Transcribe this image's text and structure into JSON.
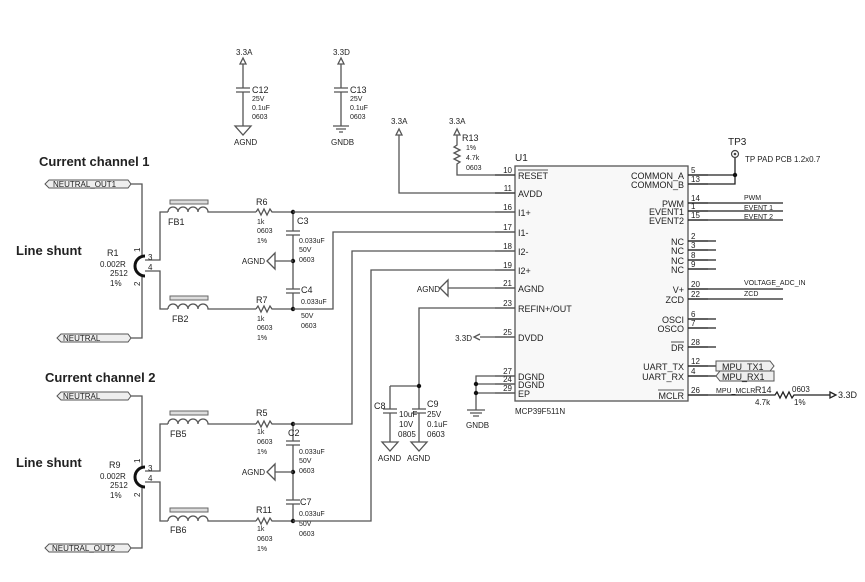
{
  "headings": {
    "ch1": "Current channel 1",
    "ch2": "Current channel 2",
    "shunt1": "Line shunt",
    "shunt2": "Line shunt"
  },
  "ports": {
    "neutral_out1": "NEUTRAL_OUT1",
    "neutral1": "NEUTRAL",
    "neutral2": "NEUTRAL",
    "neutral_out2": "NEUTRAL_OUT2",
    "mpu_tx1": "MPU_TX1",
    "mpu_rx1": "MPU_RX1"
  },
  "power": {
    "v33a_c12": "3.3A",
    "v33d_c13": "3.3D",
    "v33a_avdd": "3.3A",
    "v33a_r13": "3.3A",
    "agnd_c12": "AGND",
    "gndb_c13": "GNDB",
    "agnd_ch1": "AGND",
    "agnd_ch2": "AGND",
    "agnd_pin21": "AGND",
    "v33d_dvdd": "3.3D",
    "gndb_u1": "GNDB",
    "agnd_c8": "AGND",
    "agnd_c9": "AGND",
    "v33d_r14": "3.3D"
  },
  "components": {
    "C12": {
      "ref": "C12",
      "v": "25V",
      "val": "0.1uF",
      "pkg": "0603"
    },
    "C13": {
      "ref": "C13",
      "v": "25V",
      "val": "0.1uF",
      "pkg": "0603"
    },
    "R13": {
      "ref": "R13",
      "tol": "1%",
      "val": "4.7k",
      "pkg": "0603"
    },
    "R1": {
      "ref": "R1",
      "val": "0.002R",
      "pkg": "2512",
      "tol": "1%",
      "p1": "1",
      "p2": "2",
      "p3": "3",
      "p4": "4"
    },
    "R9": {
      "ref": "R9",
      "val": "0.002R",
      "pkg": "2512",
      "tol": "1%",
      "p1": "1",
      "p2": "2",
      "p3": "3",
      "p4": "4"
    },
    "FB1": {
      "ref": "FB1"
    },
    "FB2": {
      "ref": "FB2"
    },
    "FB5": {
      "ref": "FB5"
    },
    "FB6": {
      "ref": "FB6"
    },
    "R6": {
      "ref": "R6",
      "val": "1k",
      "pkg": "0603",
      "tol": "1%"
    },
    "R7": {
      "ref": "R7",
      "val": "1k",
      "pkg": "0603",
      "tol": "1%"
    },
    "R5": {
      "ref": "R5",
      "val": "1k",
      "pkg": "0603",
      "tol": "1%"
    },
    "R11": {
      "ref": "R11",
      "val": "1k",
      "pkg": "0603",
      "tol": "1%"
    },
    "C3": {
      "ref": "C3",
      "val": "0.033uF",
      "v": "50V",
      "pkg": "0603"
    },
    "C4": {
      "ref": "C4",
      "val": "0.033uF",
      "v": "50V",
      "pkg": "0603"
    },
    "C2": {
      "ref": "C2",
      "val": "0.033uF",
      "v": "50V",
      "pkg": "0603"
    },
    "C7": {
      "ref": "C7",
      "val": "0.033uF",
      "v": "50V",
      "pkg": "0603"
    },
    "C8": {
      "ref": "C8",
      "val": "10uF",
      "v": "10V",
      "pkg": "0805"
    },
    "C9": {
      "ref": "C9",
      "val": "0.1uF",
      "v": "25V",
      "pkg": "0603"
    },
    "R14": {
      "ref": "R14",
      "val": "4.7k",
      "pkg": "0603",
      "tol": "1%",
      "net": "MPU_MCLR"
    },
    "TP3": {
      "ref": "TP3",
      "desc": "TP PAD PCB 1.2x0.7"
    }
  },
  "u1": {
    "ref": "U1",
    "part": "MCP39F511N",
    "left_pins": [
      {
        "num": "10",
        "name": "RESET"
      },
      {
        "num": "11",
        "name": "AVDD"
      },
      {
        "num": "16",
        "name": "I1+"
      },
      {
        "num": "17",
        "name": "I1-"
      },
      {
        "num": "18",
        "name": "I2-"
      },
      {
        "num": "19",
        "name": "I2+"
      },
      {
        "num": "21",
        "name": "AGND"
      },
      {
        "num": "23",
        "name": "REFIN+/OUT"
      },
      {
        "num": "25",
        "name": "DVDD"
      },
      {
        "num": "27",
        "name": "DGND"
      },
      {
        "num": "24",
        "name": "DGND"
      },
      {
        "num": "29",
        "name": "EP"
      }
    ],
    "right_pins": [
      {
        "num": "5",
        "name": "COMMON_A"
      },
      {
        "num": "13",
        "name": "COMMON_B"
      },
      {
        "num": "14",
        "name": "PWM"
      },
      {
        "num": "1",
        "name": "EVENT1"
      },
      {
        "num": "15",
        "name": "EVENT2"
      },
      {
        "num": "2",
        "name": "NC"
      },
      {
        "num": "3",
        "name": "NC"
      },
      {
        "num": "8",
        "name": "NC"
      },
      {
        "num": "9",
        "name": "NC"
      },
      {
        "num": "20",
        "name": "V+"
      },
      {
        "num": "22",
        "name": "ZCD"
      },
      {
        "num": "6",
        "name": "OSCI"
      },
      {
        "num": "7",
        "name": "OSCO"
      },
      {
        "num": "28",
        "name": "DR"
      },
      {
        "num": "12",
        "name": "UART_TX"
      },
      {
        "num": "4",
        "name": "UART_RX"
      },
      {
        "num": "26",
        "name": "MCLR"
      }
    ]
  },
  "nets": {
    "pwm": "PWM",
    "event1": "EVENT 1",
    "event2": "EVENT 2",
    "voltage_adc_in": "VOLTAGE_ADC_IN",
    "zcd": "ZCD"
  }
}
